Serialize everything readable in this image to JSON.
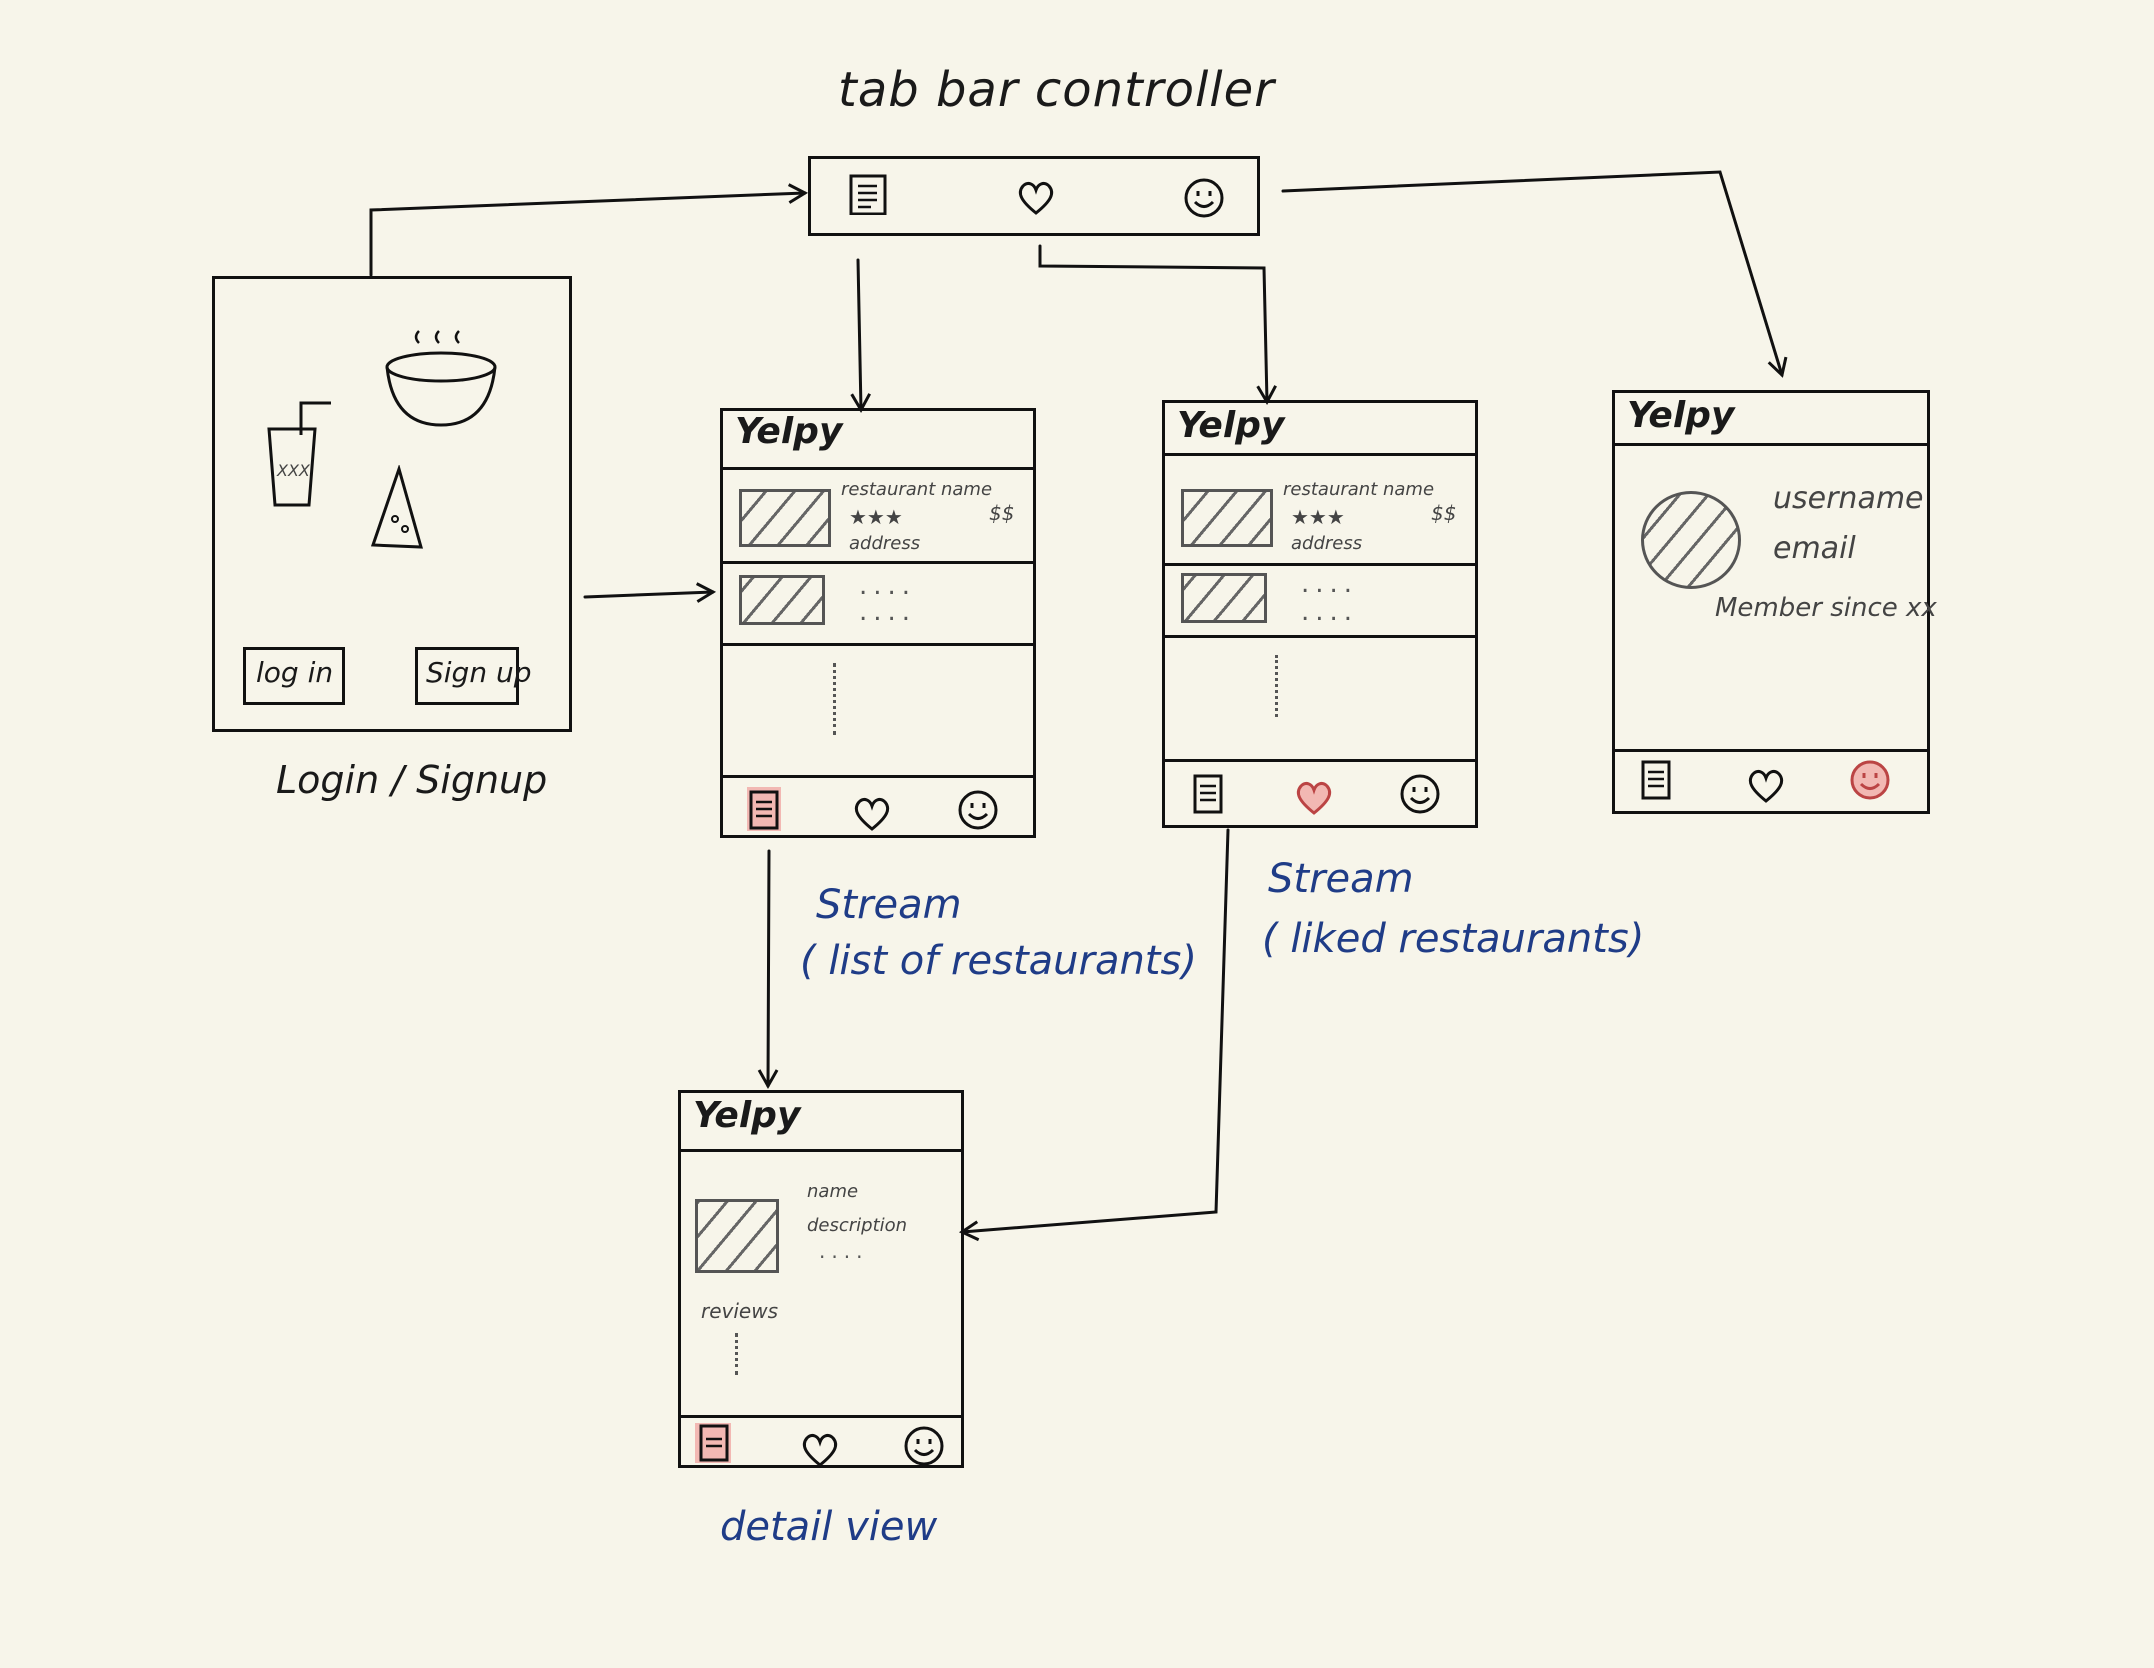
{
  "diagram_title": "tab bar controller",
  "screens": {
    "login": {
      "caption": "Login / Signup",
      "login_button": "log in",
      "signup_button": "Sign up",
      "cup_text": "XXX"
    },
    "stream": {
      "header": "Yelpy",
      "row_name": "restaurant name",
      "row_stars": "★★★",
      "row_price": "$$",
      "row_address": "address",
      "caption_line1": "Stream",
      "caption_line2": "( list of restaurants)"
    },
    "liked": {
      "header": "Yelpy",
      "row_name": "restaurant name",
      "row_stars": "★★★",
      "row_price": "$$",
      "row_address": "address",
      "caption_line1": "Stream",
      "caption_line2": "( liked restaurants)"
    },
    "profile": {
      "header": "Yelpy",
      "username": "username",
      "email": "email",
      "member_since": "Member since xx"
    },
    "detail": {
      "header": "Yelpy",
      "name": "name",
      "description": "description",
      "reviews": "reviews",
      "caption": "detail view"
    }
  },
  "tab_icons": [
    "list-icon",
    "heart-icon",
    "smiley-icon"
  ],
  "colors": {
    "background": "#f7f5ea",
    "ink": "#111111",
    "caption_blue": "#1f3c87",
    "active_tab_highlight": "#f2b8b3"
  }
}
